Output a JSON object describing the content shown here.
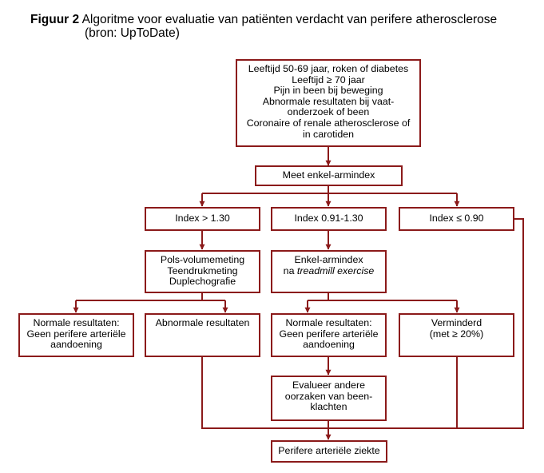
{
  "title": {
    "label": "Figuur 2",
    "text": "Algoritme voor evaluatie van patiënten verdacht van perifere atherosclerose",
    "source": "(bron: UpToDate)"
  },
  "boxes": {
    "risk": {
      "lines": [
        "Leeftijd 50-69 jaar, roken of diabetes",
        "Leeftijd ≥ 70 jaar",
        "Pijn in been bij beweging",
        "Abnormale resultaten bij vaat-",
        "onderzoek of been",
        "Coronaire of renale atherosclerose of",
        "in carotiden"
      ]
    },
    "measure": {
      "text": "Meet enkel-armindex"
    },
    "index_high": {
      "text": "Index > 1.30"
    },
    "index_mid": {
      "text": "Index 0.91-1.30"
    },
    "index_low": {
      "text": "Index ≤ 0.90"
    },
    "pols": {
      "lines": [
        "Pols-volumemeting",
        "Teendrukmeting",
        "Duplechografie"
      ]
    },
    "treadmill": {
      "line1": "Enkel-armindex",
      "line2_prefix": "na ",
      "line2_italic": "treadmill exercise"
    },
    "normal_left": {
      "lines": [
        "Normale resultaten:",
        "Geen perifere arteriële",
        "aandoening"
      ]
    },
    "abnormal": {
      "text": "Abnormale resultaten"
    },
    "normal_mid": {
      "lines": [
        "Normale resultaten:",
        "Geen perifere arteriële",
        "aandoening"
      ]
    },
    "reduced": {
      "lines": [
        "Verminderd",
        "(met ≥ 20%)"
      ]
    },
    "evaluate": {
      "lines": [
        "Evalueer andere",
        "oorzaken van been-",
        "klachten"
      ]
    },
    "conclusion": {
      "text": "Perifere arteriële ziekte"
    }
  },
  "colors": {
    "border": "#8b1a1a",
    "arrow": "#8b1a1a"
  }
}
